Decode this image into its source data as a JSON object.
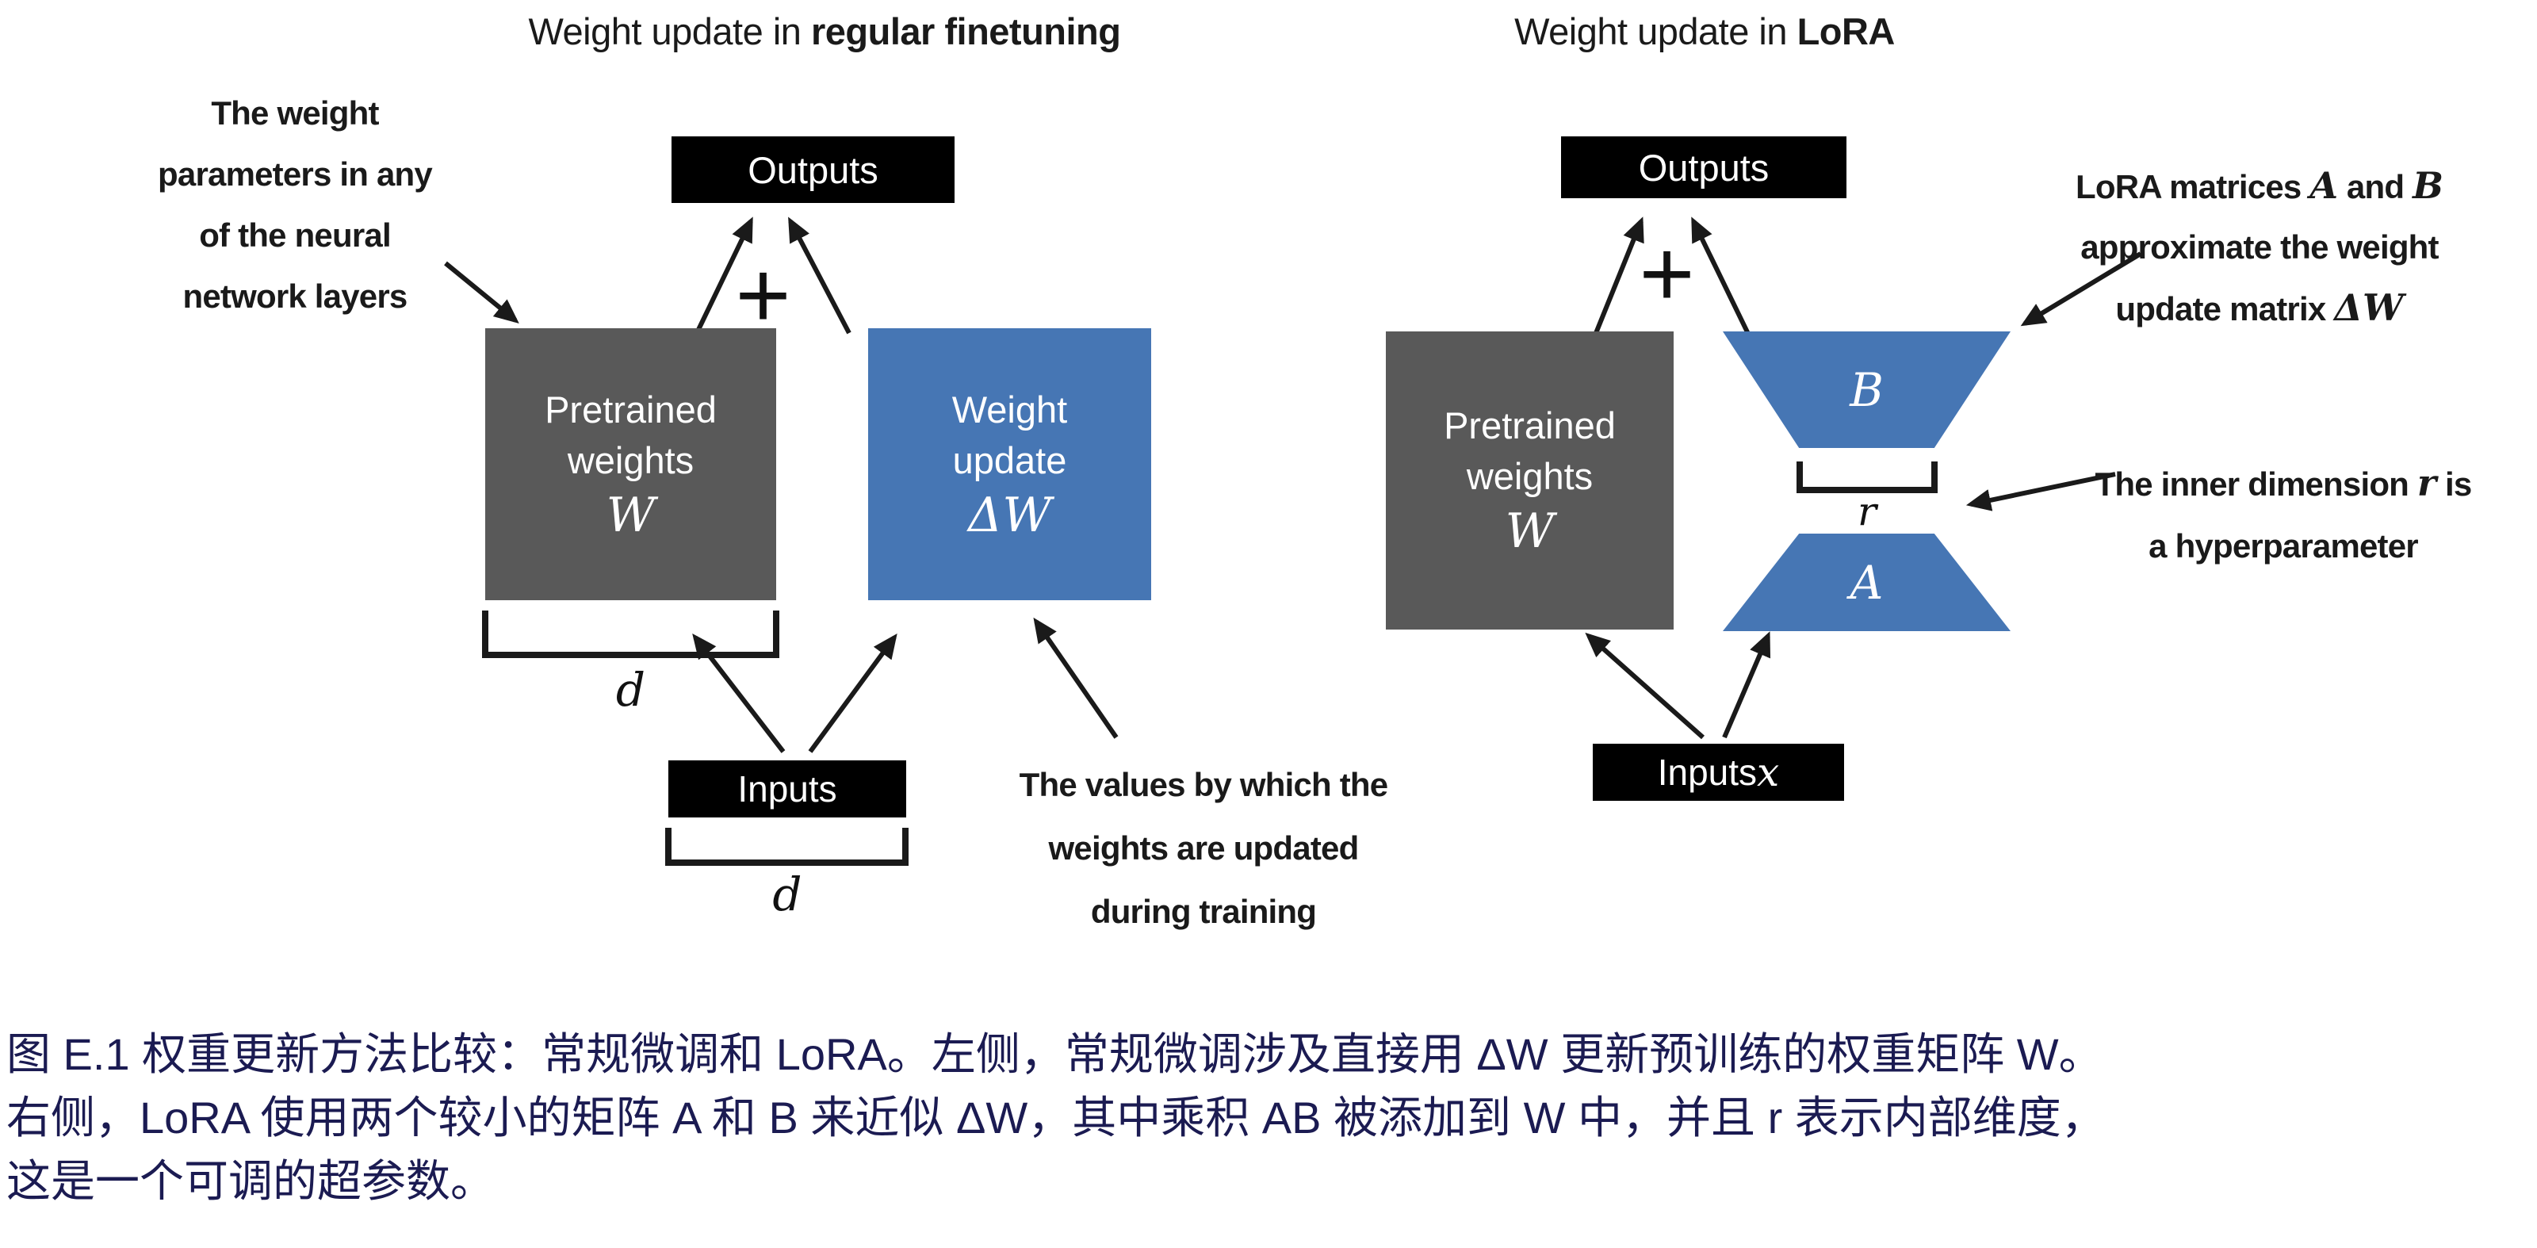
{
  "colors": {
    "box_gray": "#595959",
    "box_blue": "#4676b4",
    "box_black": "#000000",
    "caption_navy": "#1b1b52"
  },
  "left_panel": {
    "title_prefix": "Weight update in ",
    "title_bold": "regular finetuning",
    "annotation_weights": [
      "The weight",
      "parameters in any",
      "of the neural",
      "network layers"
    ],
    "outputs_label": "Outputs",
    "plus_sign": "+",
    "pretrained_line1": "Pretrained",
    "pretrained_line2": "weights",
    "pretrained_math": "W",
    "update_line1": "Weight",
    "update_line2": "update",
    "update_math": "ΔW",
    "dim_under_weights": "d",
    "inputs_label": "Inputs",
    "dim_under_inputs": "d",
    "annotation_values": [
      "The values by which the",
      "weights are updated",
      "during training"
    ]
  },
  "right_panel": {
    "title_prefix": "Weight update in ",
    "title_bold": "LoRA",
    "outputs_label": "Outputs",
    "plus_sign": "+",
    "pretrained_line1": "Pretrained",
    "pretrained_line2": "weights",
    "pretrained_math": "W",
    "matrix_b_label": "B",
    "rank_label": "r",
    "matrix_a_label": "A",
    "inputs_label": "Inputs ",
    "inputs_math": "x",
    "annotation_lora": {
      "l1a": "LoRA matrices ",
      "l1b": "A",
      "l1c": " and ",
      "l1d": "B",
      "l2": "approximate the weight",
      "l3a": "update matrix ",
      "l3b": "ΔW"
    },
    "annotation_inner": {
      "l1a": "The inner dimension ",
      "l1b": "r",
      "l1c": " is",
      "l2": "a hyperparameter"
    }
  },
  "caption": {
    "line1": "图 E.1 权重更新方法比较：常规微调和 LoRA。左侧，常规微调涉及直接用 ΔW 更新预训练的权重矩阵 W。",
    "line2": "右侧，LoRA 使用两个较小的矩阵 A 和 B 来近似 ΔW，其中乘积 AB 被添加到 W 中，并且 r 表示内部维度，",
    "line3": "这是一个可调的超参数。"
  }
}
